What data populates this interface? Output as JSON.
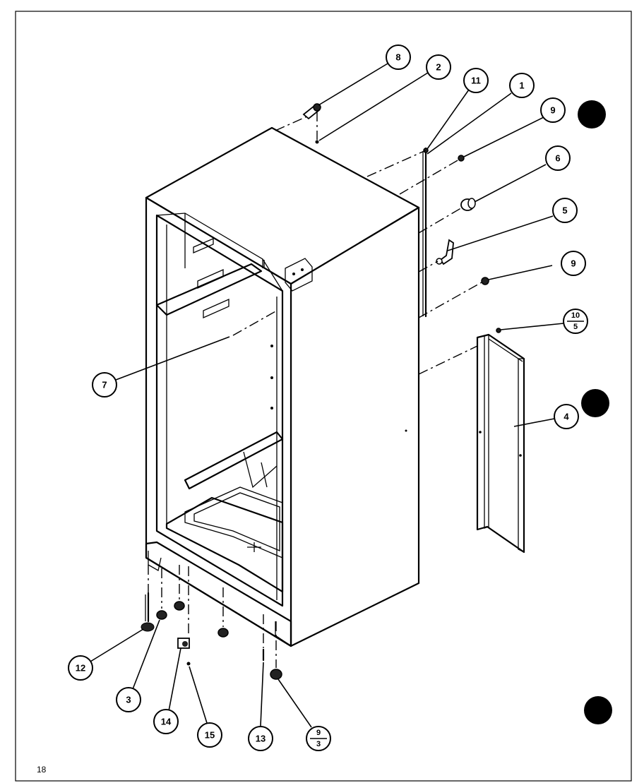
{
  "page_number": "18",
  "callouts": [
    {
      "id": "c8",
      "label": "8"
    },
    {
      "id": "c2",
      "label": "2"
    },
    {
      "id": "c11",
      "label": "11"
    },
    {
      "id": "c1",
      "label": "1"
    },
    {
      "id": "c9a",
      "label": "9"
    },
    {
      "id": "c6",
      "label": "6"
    },
    {
      "id": "c5",
      "label": "5"
    },
    {
      "id": "c9b",
      "label": "9"
    },
    {
      "id": "c10",
      "label_top": "10",
      "label_bottom": "5"
    },
    {
      "id": "c4",
      "label": "4"
    },
    {
      "id": "c7",
      "label": "7"
    },
    {
      "id": "c12",
      "label": "12"
    },
    {
      "id": "c3",
      "label": "3"
    },
    {
      "id": "c14",
      "label": "14"
    },
    {
      "id": "c15",
      "label": "15"
    },
    {
      "id": "c13",
      "label": "13"
    },
    {
      "id": "c93",
      "label_top": "9",
      "label_bottom": "3"
    }
  ]
}
